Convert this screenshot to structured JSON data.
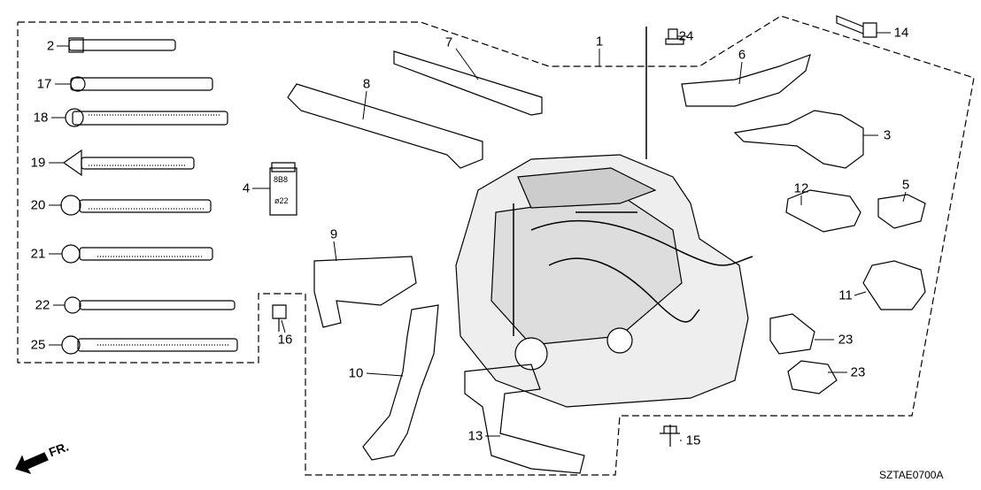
{
  "diagram_code": "SZTAE0700A",
  "direction_marker": "FR.",
  "grommet_text": {
    "top": "8B8",
    "size": "ø22"
  },
  "callouts": [
    {
      "id": "c2",
      "text": "2"
    },
    {
      "id": "c17",
      "text": "17"
    },
    {
      "id": "c18",
      "text": "18"
    },
    {
      "id": "c19",
      "text": "19"
    },
    {
      "id": "c20",
      "text": "20"
    },
    {
      "id": "c21",
      "text": "21"
    },
    {
      "id": "c22",
      "text": "22"
    },
    {
      "id": "c25",
      "text": "25"
    },
    {
      "id": "c4",
      "text": "4"
    },
    {
      "id": "c7",
      "text": "7"
    },
    {
      "id": "c8",
      "text": "8"
    },
    {
      "id": "c1",
      "text": "1"
    },
    {
      "id": "c24",
      "text": "24"
    },
    {
      "id": "c14",
      "text": "14"
    },
    {
      "id": "c6",
      "text": "6"
    },
    {
      "id": "c3",
      "text": "3"
    },
    {
      "id": "c12",
      "text": "12"
    },
    {
      "id": "c5",
      "text": "5"
    },
    {
      "id": "c11",
      "text": "11"
    },
    {
      "id": "c9",
      "text": "9"
    },
    {
      "id": "c16",
      "text": "16"
    },
    {
      "id": "c10",
      "text": "10"
    },
    {
      "id": "c23a",
      "text": "23"
    },
    {
      "id": "c23b",
      "text": "23"
    },
    {
      "id": "c13",
      "text": "13"
    },
    {
      "id": "c15",
      "text": "15"
    }
  ]
}
